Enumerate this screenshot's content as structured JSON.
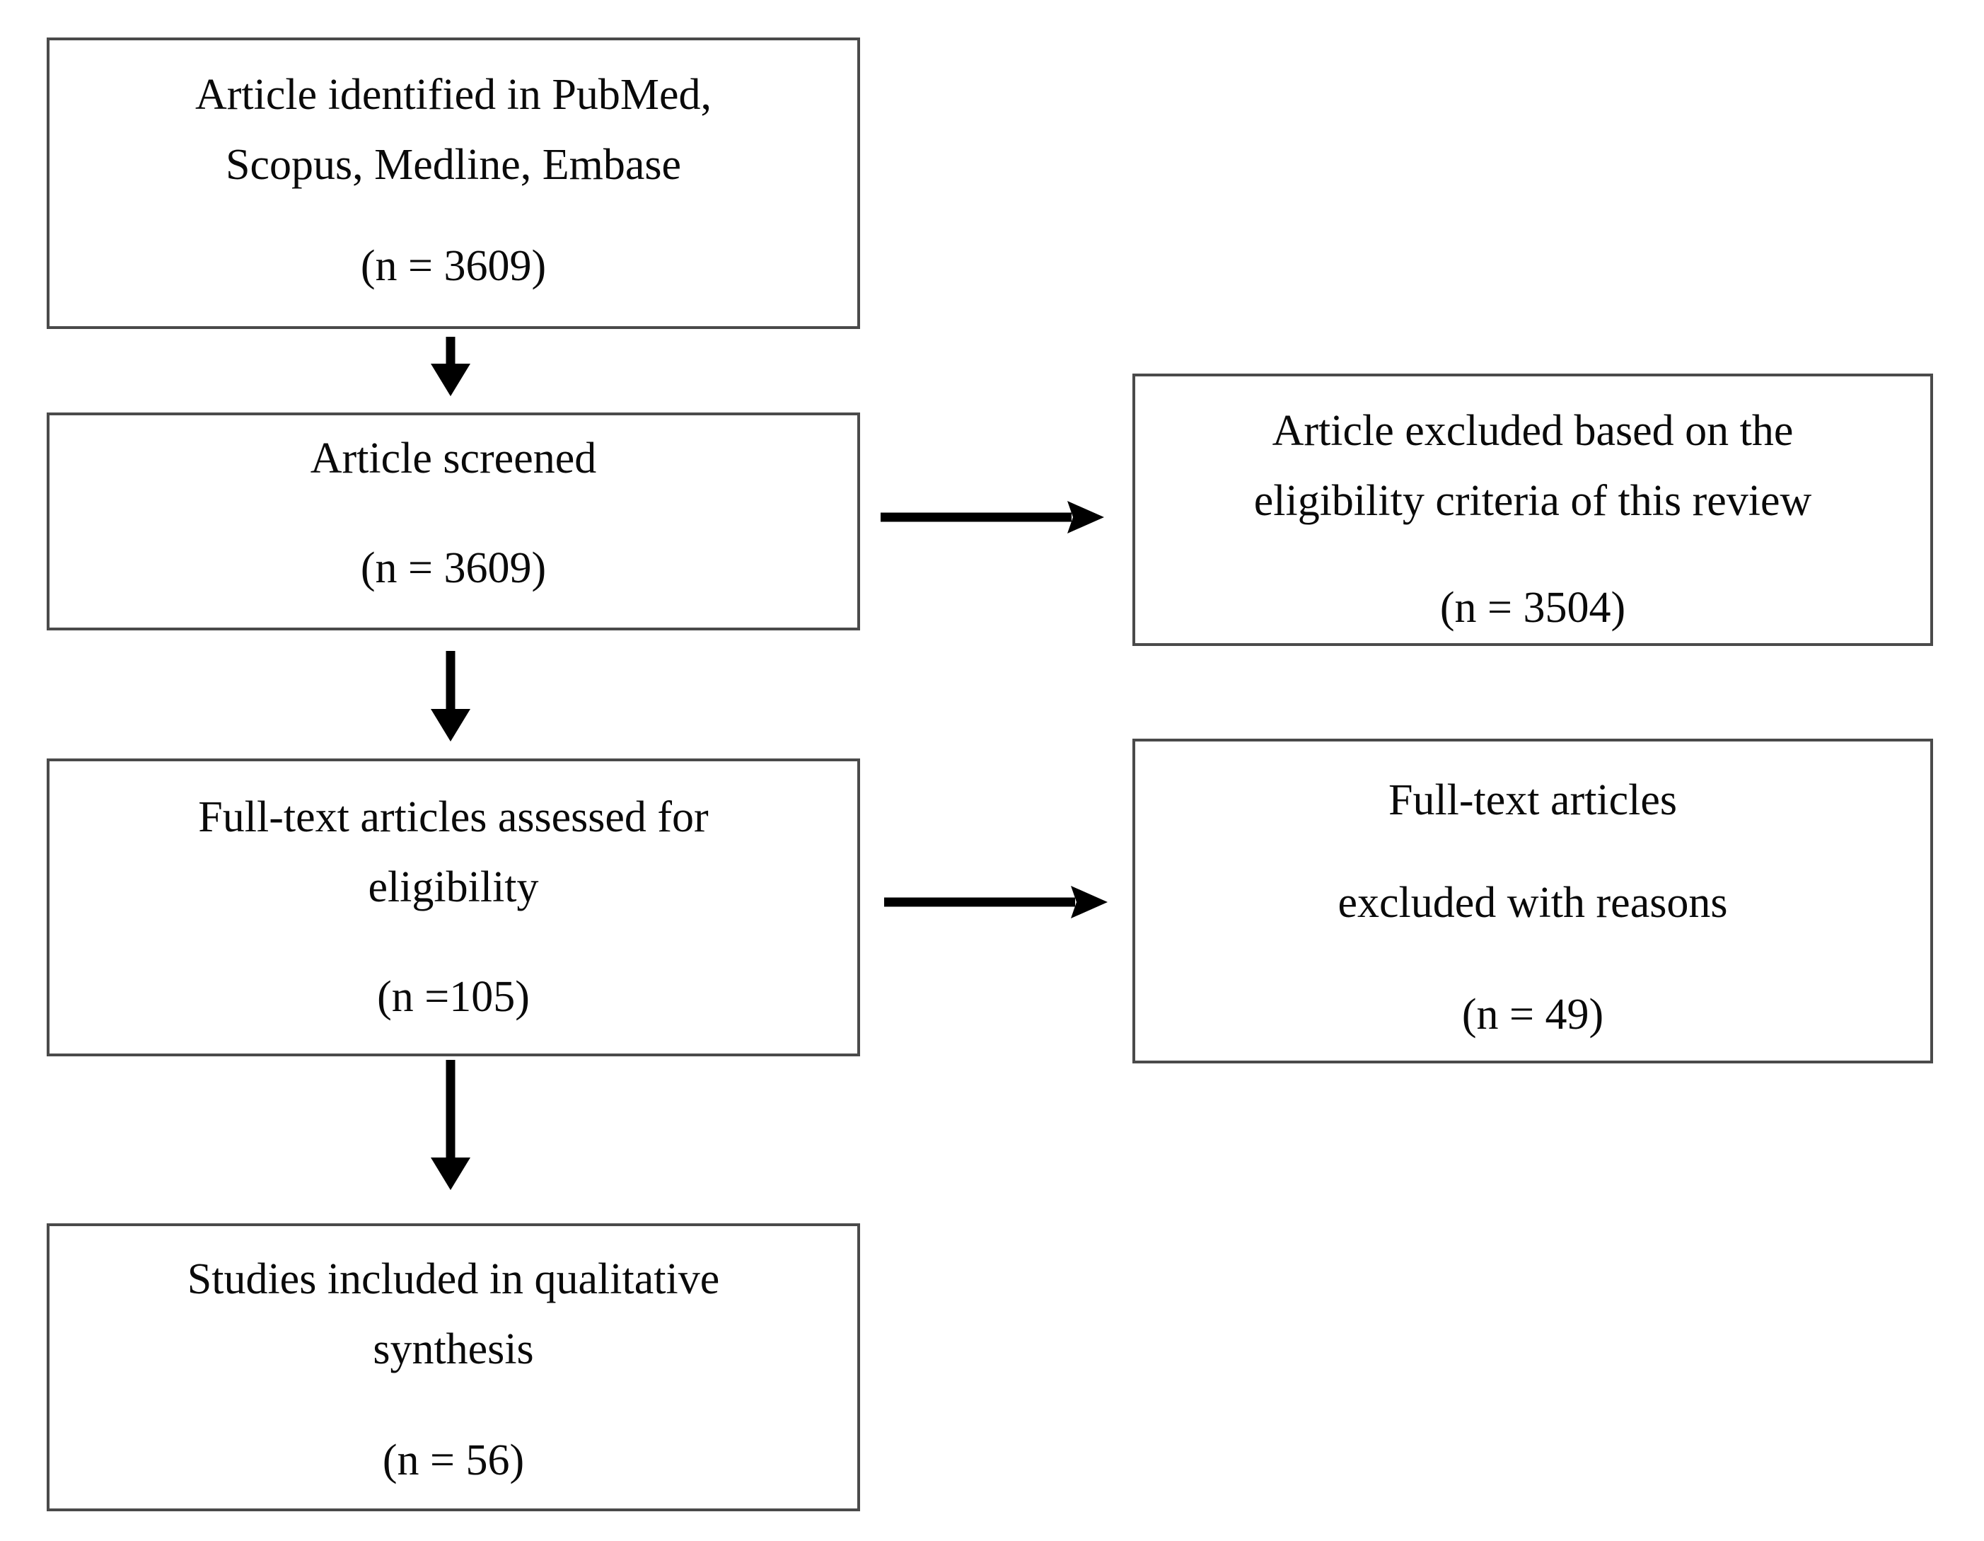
{
  "figure": {
    "type": "prisma-flow-diagram",
    "background_color": "#ffffff",
    "box_border_color": "#4a4a4a",
    "text_color": "#0a0a0a",
    "arrow_color": "#000000",
    "boxes": [
      {
        "id": "articles-identified",
        "lines": [
          "Article identified in PubMed,",
          "Scopus, Medline, Embase"
        ],
        "count": "(n = 3609)"
      },
      {
        "id": "articles-screened",
        "lines": [
          "Article screened"
        ],
        "count": "(n = 3609)"
      },
      {
        "id": "articles-excluded",
        "lines": [
          "Article excluded based on the",
          "eligibility criteria of this review"
        ],
        "count": "(n = 3504)"
      },
      {
        "id": "fulltext-assessed",
        "lines": [
          "Full-text articles assessed for",
          "eligibility"
        ],
        "count": "(n =105)"
      },
      {
        "id": "fulltext-excluded",
        "lines": [
          "Full-text articles",
          "excluded with reasons"
        ],
        "count": "(n = 49)"
      },
      {
        "id": "studies-included",
        "lines": [
          "Studies included in qualitative",
          "synthesis"
        ],
        "count": "(n = 56)"
      }
    ],
    "arrows": [
      {
        "from": "articles-identified",
        "to": "articles-screened",
        "direction": "down"
      },
      {
        "from": "articles-screened",
        "to": "articles-excluded",
        "direction": "right"
      },
      {
        "from": "articles-screened",
        "to": "fulltext-assessed",
        "direction": "down"
      },
      {
        "from": "fulltext-assessed",
        "to": "fulltext-excluded",
        "direction": "right"
      },
      {
        "from": "fulltext-assessed",
        "to": "studies-included",
        "direction": "down"
      }
    ]
  }
}
